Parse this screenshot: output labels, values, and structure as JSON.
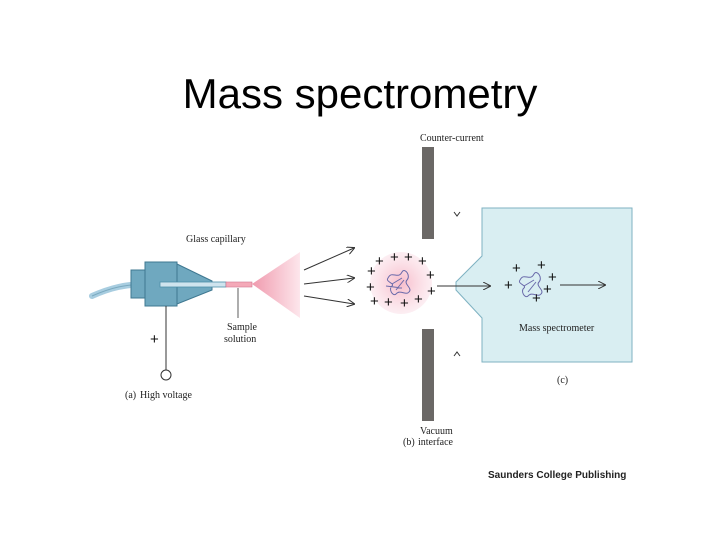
{
  "title": "Mass spectrometry",
  "labels": {
    "counter_current": "Counter-current",
    "glass_capillary": "Glass capillary",
    "sample": "Sample",
    "solution": "solution",
    "part_a": "(a)",
    "high_voltage": "High voltage",
    "part_b": "(b)",
    "vacuum": "Vacuum",
    "interface": "interface",
    "mass_spectrometer": "Mass spectrometer",
    "part_c": "(c)",
    "plus_sign": "+",
    "publisher": "Saunders College Publishing"
  },
  "colors": {
    "capillary_body": "#6fa8bf",
    "capillary_dark": "#4d8ea8",
    "tube": "#a8cde0",
    "spray": "#f4a9b8",
    "droplet": "#f7c4d0",
    "chamber": "#d9eef2",
    "interface_plate": "#6b6866",
    "molecule": "#6a6aaa"
  }
}
